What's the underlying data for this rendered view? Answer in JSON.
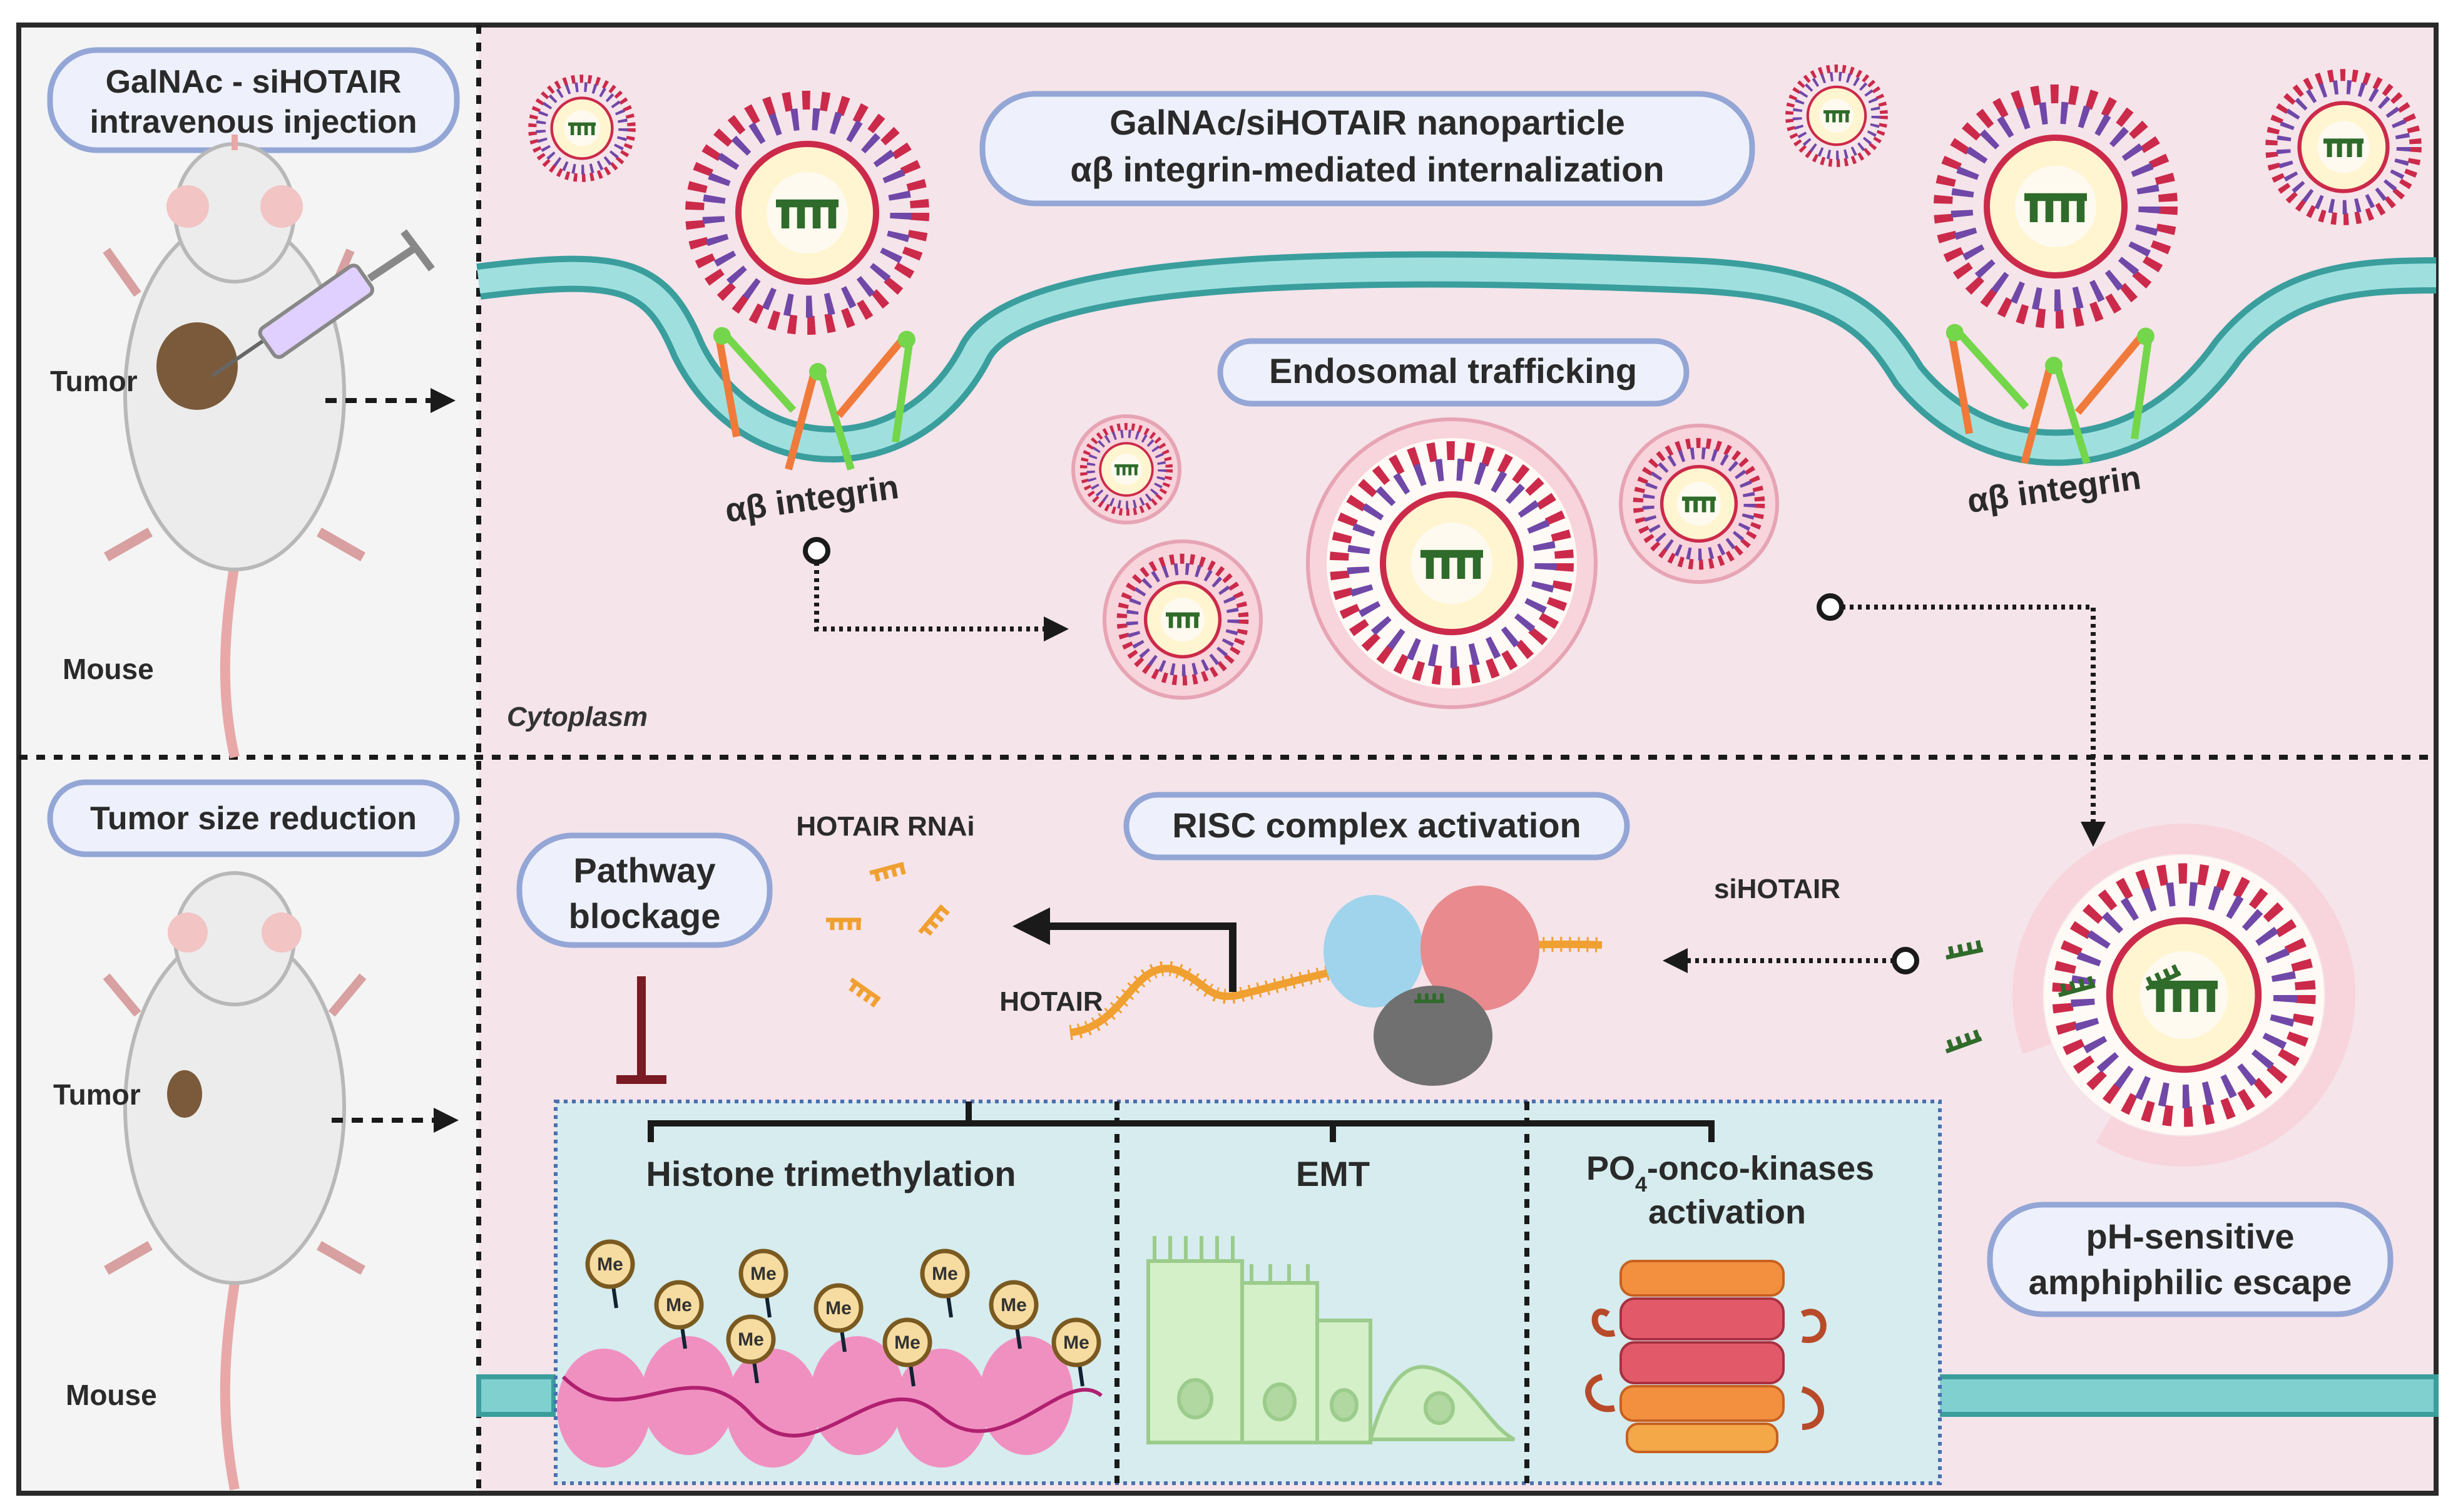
{
  "labels": {
    "injection": [
      "GalNAc - siHOTAIR",
      "intravenous injection"
    ],
    "tumor_top": "Tumor",
    "mouse_top": "Mouse",
    "nanoparticle": [
      "GalNAc/siHOTAIR nanoparticle",
      "αβ integrin-mediated internalization"
    ],
    "endosomal": "Endosomal trafficking",
    "integrin_left": "αβ integrin",
    "integrin_right": "αβ integrin",
    "cytoplasm": "Cytoplasm",
    "tumor_reduction": "Tumor size reduction",
    "tumor_bottom": "Tumor",
    "mouse_bottom": "Mouse",
    "pathway": [
      "Pathway",
      "blockage"
    ],
    "hotair_rnai": "HOTAIR RNAi",
    "risc": "RISC complex activation",
    "sihotair": "siHOTAIR",
    "hotair": "HOTAIR",
    "histone": "Histone trimethylation",
    "emt": "EMT",
    "po4_main": "PO",
    "po4_sub": "4",
    "po4_rest": "-onco-kinases",
    "po4_line2": "activation",
    "ph_escape": [
      "pH-sensitive",
      "amphiphilic escape"
    ],
    "me": "Me"
  },
  "colors": {
    "cell_bg": "#f5e4ea",
    "left_bg": "#f4f4f4",
    "membrane": "#5dbfbe",
    "pill_fill": "#eef1fb",
    "pill_stroke": "#93a6d6",
    "nanoparticle_red": "#cc2a4a",
    "nanoparticle_purple": "#7048a8",
    "core_yellow": "#fff5d0",
    "sirna_green": "#2f6b2a",
    "hotair_orange": "#f0a030",
    "inhibit_red": "#7a1a22",
    "box_blue": "#d6ecee",
    "box_border": "#4a70b0"
  }
}
